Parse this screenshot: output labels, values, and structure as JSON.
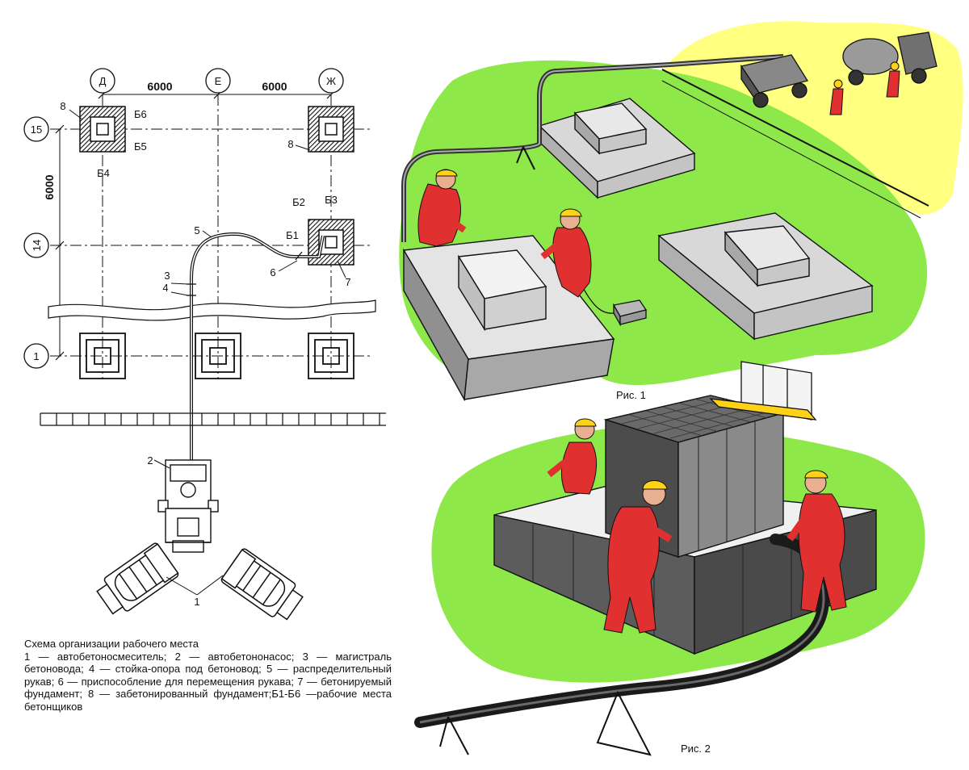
{
  "plan": {
    "axes": {
      "d": "Д",
      "e": "Е",
      "zh": "Ж",
      "r15": "15",
      "r14": "14",
      "r1": "1"
    },
    "dims": {
      "top1": "6000",
      "top2": "6000",
      "left": "6000"
    },
    "places": {
      "b1": "Б1",
      "b2": "Б2",
      "b3": "Б3",
      "b4": "Б4",
      "b5": "Б5",
      "b6": "Б6"
    },
    "numbers": {
      "n1": "1",
      "n2": "2",
      "n3": "3",
      "n4": "4",
      "n5": "5",
      "n6": "6",
      "n7": "7",
      "n8a": "8",
      "n8b": "8"
    }
  },
  "caption": {
    "title": "Схема организации рабочего места",
    "body": "1 — автобетоносмеситель; 2 — автобетононасос; 3 — магистраль бетоновода; 4 — стойка-опора под бетоновод; 5 — распределительный рукав; 6 — приспособление для перемещения рукава; 7 — бетонируемый фундамент; 8 — забетонированный фундамент;Б1-Б6 —рабочие места бетонщиков"
  },
  "figures": {
    "fig1": "Рис. 1",
    "fig2": "Рис. 2"
  },
  "colors": {
    "grass": "#8ee84a",
    "sand": "#ffff80",
    "concrete": "#d8d8d8",
    "formwork": "#707070",
    "worker": "#e03030",
    "helmet": "#ffd21a",
    "ink": "#111111"
  }
}
